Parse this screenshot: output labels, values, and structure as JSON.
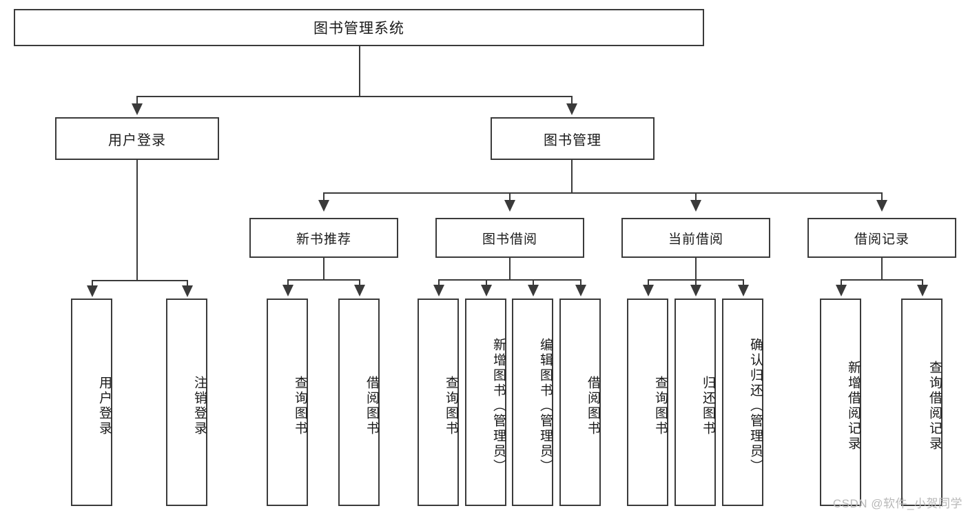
{
  "diagram": {
    "title": "图书管理系统",
    "type": "tree-hierarchy",
    "root": {
      "label": "图书管理系统"
    },
    "level2": [
      {
        "label": "用户登录"
      },
      {
        "label": "图书管理"
      }
    ],
    "level3": [
      {
        "label": "新书推荐"
      },
      {
        "label": "图书借阅"
      },
      {
        "label": "当前借阅"
      },
      {
        "label": "借阅记录"
      }
    ],
    "leaves": {
      "user_login": [
        {
          "label": "用户登录"
        },
        {
          "label": "注销登录"
        }
      ],
      "new_book_recommend": [
        {
          "label": "查询图书"
        },
        {
          "label": "借阅图书"
        }
      ],
      "book_borrow": [
        {
          "label": "查询图书"
        },
        {
          "label": "新增图书（管理员）"
        },
        {
          "label": "编辑图书（管理员）"
        },
        {
          "label": "借阅图书"
        }
      ],
      "current_borrow": [
        {
          "label": "查询图书"
        },
        {
          "label": "归还图书"
        },
        {
          "label": "确认归还（管理员）"
        }
      ],
      "borrow_record": [
        {
          "label": "新增借阅记录"
        },
        {
          "label": "查询借阅记录"
        }
      ]
    }
  },
  "watermark": {
    "text": "CSDN @软件_小贺同学"
  },
  "colors": {
    "stroke": "#3a3a3a",
    "background": "#ffffff",
    "text": "#1a1a1a",
    "watermark": "#b8b8b8"
  }
}
